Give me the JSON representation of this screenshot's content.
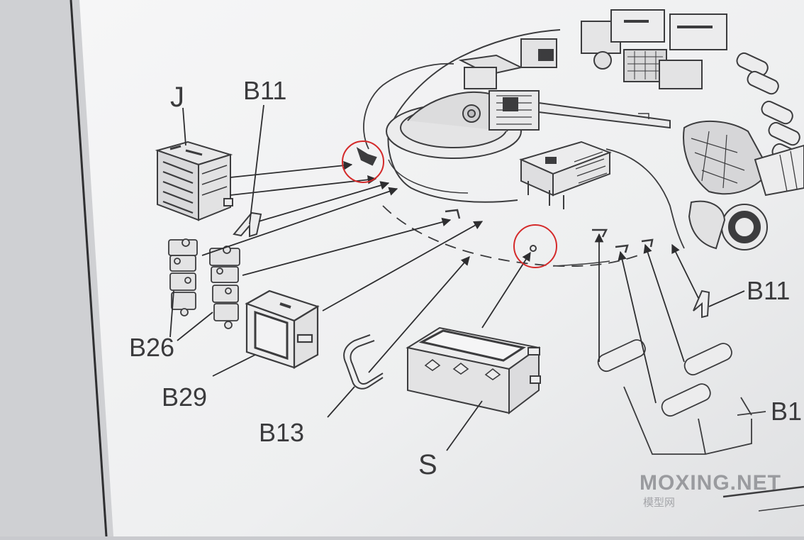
{
  "diagram": {
    "part_labels": {
      "j": "J",
      "b11_top": "B11",
      "b11_right": "B11",
      "b26": "B26",
      "b29": "B29",
      "b13": "B13",
      "s": "S",
      "b1_partial": "B1"
    },
    "watermark": {
      "site": "MOXING.NET",
      "cn": "模型网"
    },
    "highlight_color": "#d42a2a",
    "line_color": "#3c3c3e",
    "paper_color": "#f3f3f4"
  }
}
